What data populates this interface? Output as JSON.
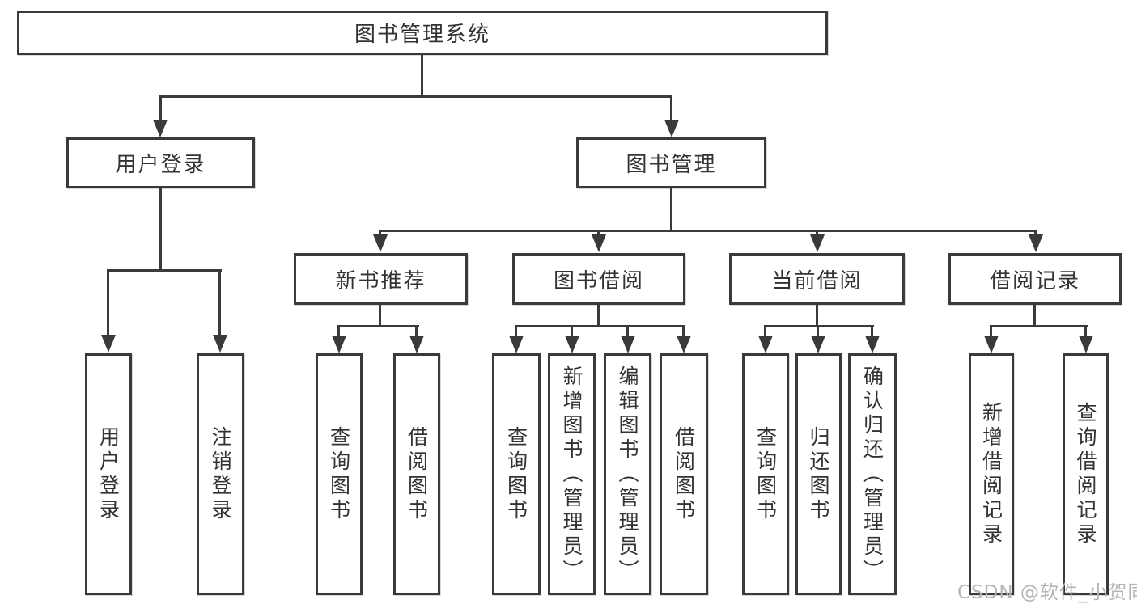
{
  "tree": {
    "root": {
      "label": "图书管理系统"
    },
    "branches": [
      {
        "label": "用户登录",
        "children": [
          {
            "label": "用户登录"
          },
          {
            "label": "注销登录"
          }
        ]
      },
      {
        "label": "图书管理",
        "children": [
          {
            "label": "新书推荐",
            "children": [
              {
                "label": "查询图书"
              },
              {
                "label": "借阅图书"
              }
            ]
          },
          {
            "label": "图书借阅",
            "children": [
              {
                "label": "查询图书"
              },
              {
                "label": "新增图书（管理员）"
              },
              {
                "label": "编辑图书（管理员）"
              },
              {
                "label": "借阅图书"
              }
            ]
          },
          {
            "label": "当前借阅",
            "children": [
              {
                "label": "查询图书"
              },
              {
                "label": "归还图书"
              },
              {
                "label": "确认归还（管理员）"
              }
            ]
          },
          {
            "label": "借阅记录",
            "children": [
              {
                "label": "新增借阅记录"
              },
              {
                "label": "查询借阅记录"
              }
            ]
          }
        ]
      }
    ]
  },
  "watermark": {
    "text": "CSDN @软件_小贺同学"
  },
  "colors": {
    "line": "#3a3a3a",
    "text": "#333333",
    "watermark": "#b5b5b5",
    "background": "#ffffff"
  }
}
